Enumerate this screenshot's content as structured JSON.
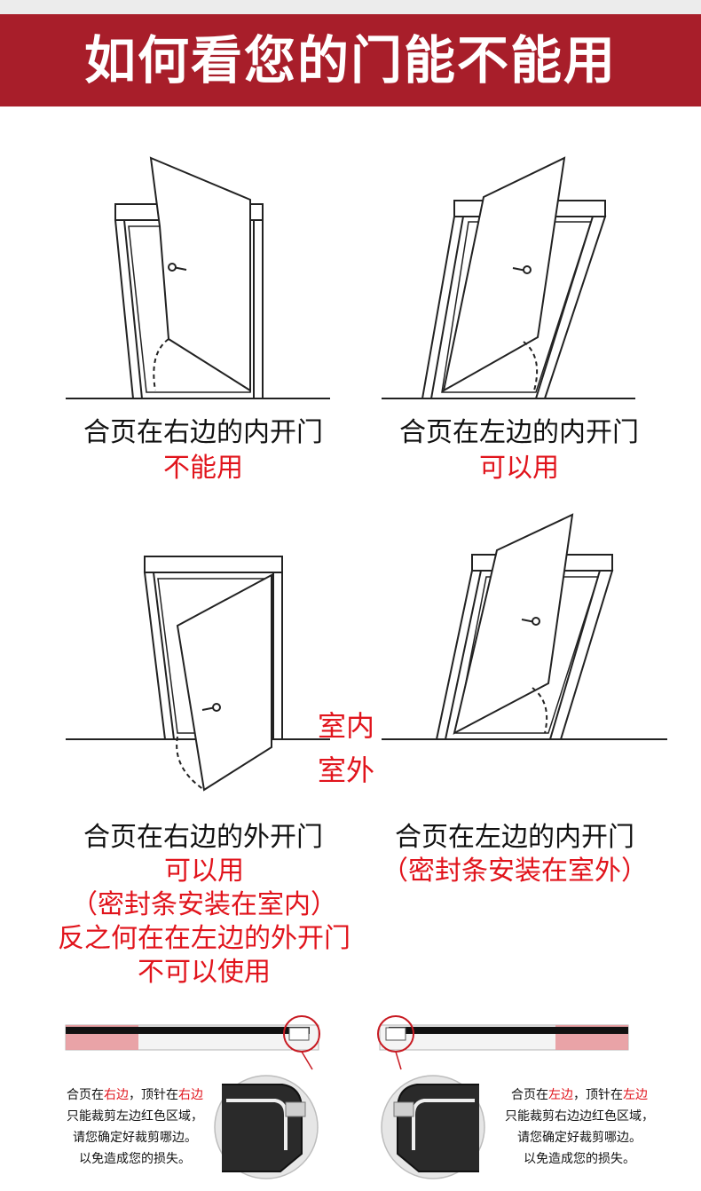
{
  "banner": {
    "title": "如何看您的门能不能用"
  },
  "panels": [
    {
      "caption": "合页在右边的内开门",
      "verdict": "不能用"
    },
    {
      "caption": "合页在左边的内开门",
      "verdict": "可以用"
    },
    {
      "caption": "合页在右边的外开门",
      "verdict_lines": [
        "可以用",
        "（密封条安装在室内）",
        "反之何在在左边的外开门",
        "不可以使用"
      ]
    },
    {
      "caption": "合页在左边的内开门",
      "verdict_lines": [
        "（密封条安装在室外）"
      ]
    }
  ],
  "side_labels": {
    "inside": "室内",
    "outside": "室外"
  },
  "notes": {
    "left": {
      "prefix1": "合页在",
      "hl1": "右边",
      "mid1": "，顶针在",
      "hl2": "右边",
      "line2": "只能裁剪左边红色区域，",
      "line3": "请您确定好裁剪哪边。",
      "line4": "以免造成您的损失。"
    },
    "right": {
      "prefix1": "合页在",
      "hl1": "左边",
      "mid1": "，顶针在",
      "hl2": "左边",
      "line2": "只能裁剪右边边红色区域，",
      "line3": "请您确定好裁剪哪边。",
      "line4": "以免造成您的损失。"
    }
  },
  "colors": {
    "banner": "#a81e2a",
    "accent_red": "#e1141c",
    "highlight_zone": "#e89a9e"
  },
  "icons": [
    "door-illustration",
    "magnifier-circle",
    "seal-strip",
    "pin-detail"
  ]
}
